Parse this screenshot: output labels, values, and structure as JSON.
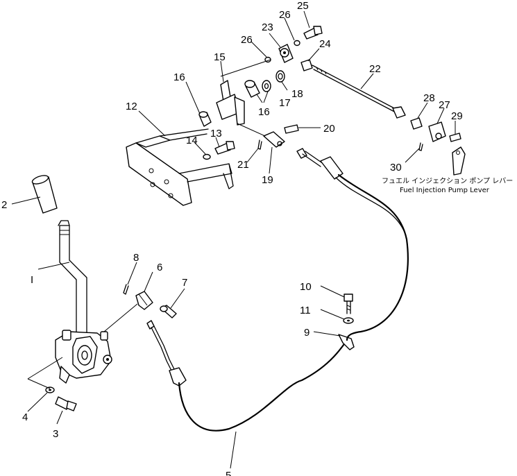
{
  "callouts": {
    "c1": "I",
    "c2": "2",
    "c3": "3",
    "c4": "4",
    "c5": "5",
    "c6": "6",
    "c7": "7",
    "c8": "8",
    "c9": "9",
    "c10": "10",
    "c11": "11",
    "c12": "12",
    "c13": "13",
    "c14": "14",
    "c15": "15",
    "c16a": "16",
    "c16b": "16",
    "c17": "17",
    "c18": "18",
    "c19": "19",
    "c20": "20",
    "c21": "21",
    "c22": "22",
    "c23": "23",
    "c24": "24",
    "c25": "25",
    "c26a": "26",
    "c26b": "26",
    "c27": "27",
    "c28": "28",
    "c29": "29",
    "c30": "30"
  },
  "caption": {
    "japanese": "フュエル インジェクション ポンプ レバー",
    "english": "Fuel Injection Pump Lever"
  }
}
